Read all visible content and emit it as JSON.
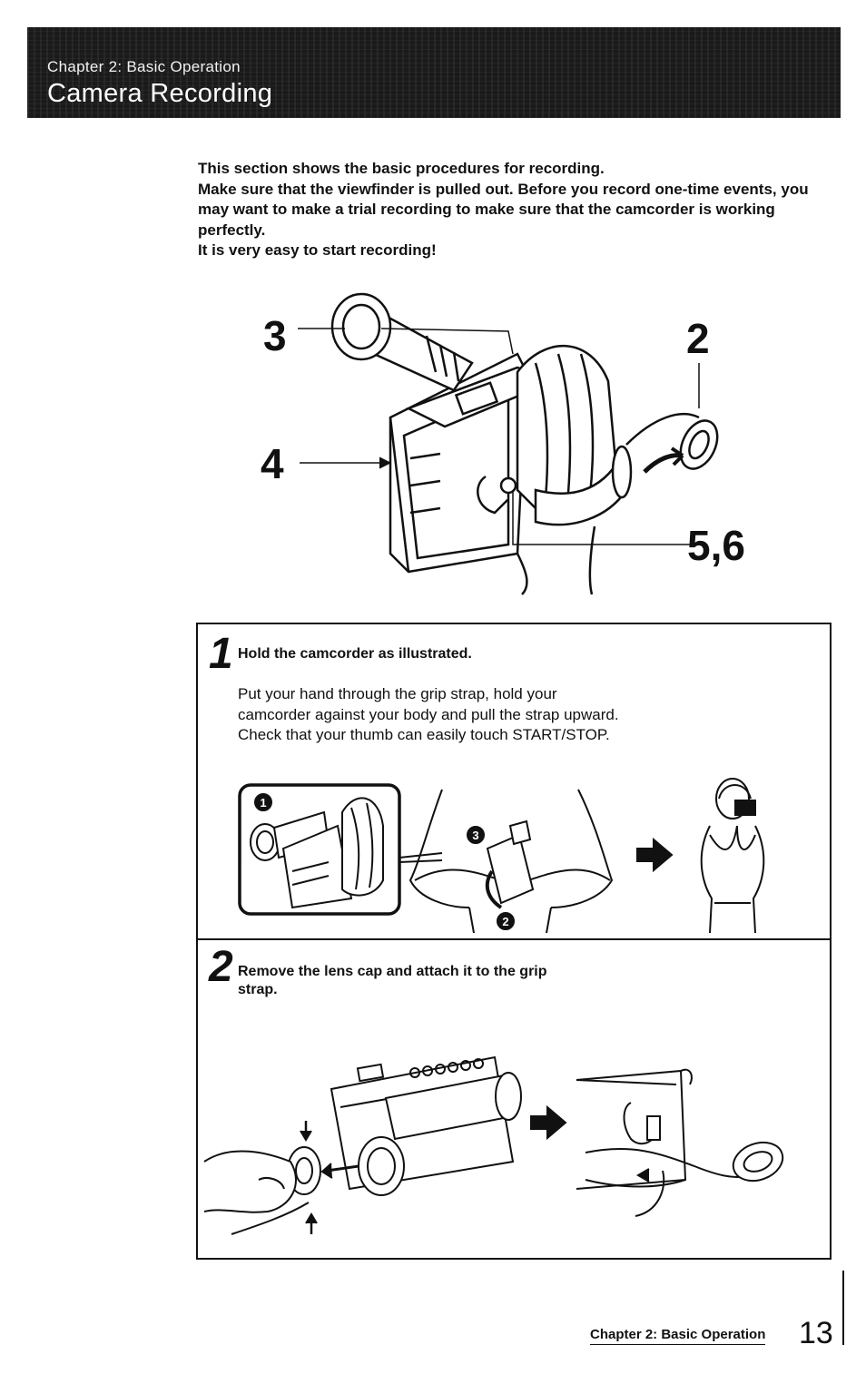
{
  "header": {
    "chapter": "Chapter 2: Basic Operation",
    "title": "Camera Recording"
  },
  "intro": {
    "lines": [
      "This section shows the basic procedures for recording.",
      "Make sure that the viewfinder is pulled out. Before you record one-time events, you may want to make a trial recording to make sure that the camcorder is working perfectly.",
      "It is very easy to start recording!"
    ]
  },
  "main_figure": {
    "callouts": [
      "3",
      "2",
      "4",
      "5,6"
    ]
  },
  "steps": [
    {
      "number": "1",
      "title": "Hold the camcorder as illustrated.",
      "body": "Put your hand through the grip strap, hold your camcorder against your body and pull the strap upward. Check that your thumb can easily touch START/STOP.",
      "figure_markers": [
        "1",
        "2",
        "3"
      ]
    },
    {
      "number": "2",
      "title": "Remove the lens cap and attach it to the grip strap."
    }
  ],
  "footer": {
    "chapter": "Chapter 2: Basic Operation",
    "page": "13"
  }
}
